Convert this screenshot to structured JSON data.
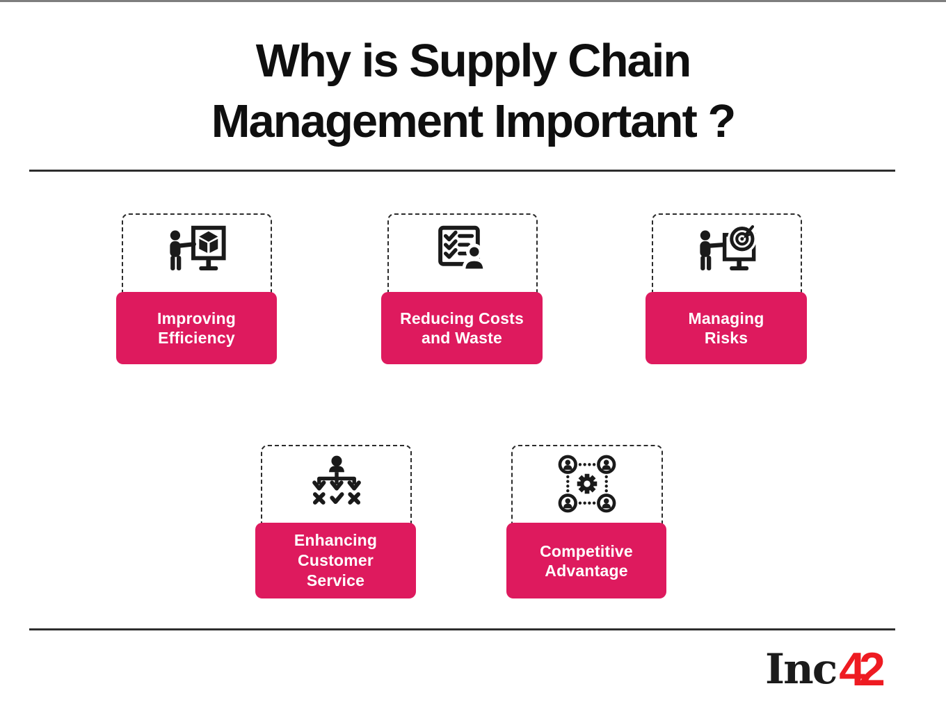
{
  "title": {
    "line1": "Why is Supply Chain",
    "line2": "Management Important ?"
  },
  "cards": [
    {
      "name": "improving-efficiency",
      "icon": "person-presenting-cube-icon",
      "label_lines": [
        "Improving",
        "Efficiency"
      ]
    },
    {
      "name": "reducing-costs-and-waste",
      "icon": "checklist-person-icon",
      "label_lines": [
        "Reducing Costs",
        "and Waste"
      ]
    },
    {
      "name": "managing-risks",
      "icon": "person-target-board-icon",
      "label_lines": [
        "Managing",
        "Risks"
      ]
    },
    {
      "name": "enhancing-customer-service",
      "icon": "customer-routing-icon",
      "label_lines": [
        "Enhancing",
        "Customer",
        "Service"
      ]
    },
    {
      "name": "competitive-advantage",
      "icon": "team-gear-network-icon",
      "label_lines": [
        "Competitive",
        "Advantage"
      ]
    }
  ],
  "logo": {
    "black_text": "Inc",
    "red_text": "42"
  },
  "colors": {
    "accent_pink": "#DE1A5E",
    "icon_black": "#1A1A1A",
    "logo_red": "#EE1B22",
    "divider": "#2D2D2D",
    "label_text": "#FFFFFF"
  }
}
